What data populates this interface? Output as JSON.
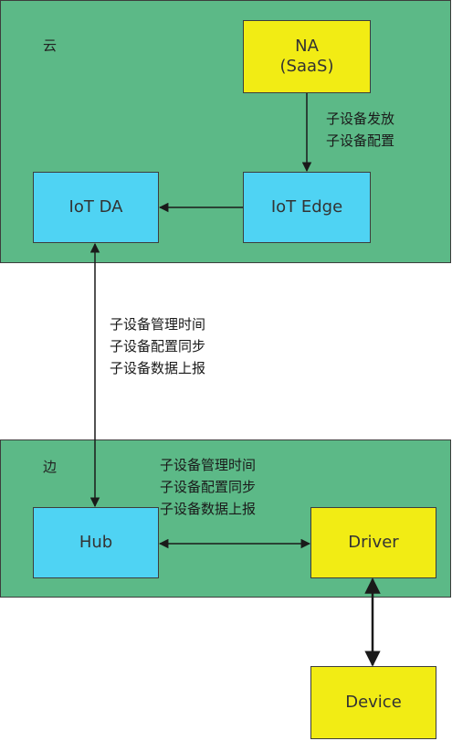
{
  "colors": {
    "region_fill": "#5cb987",
    "cyan_node": "#4fd3f3",
    "yellow_node": "#f2ec14",
    "stroke": "#1a1a1a"
  },
  "regions": {
    "cloud": {
      "label": "云"
    },
    "edge": {
      "label": "边"
    }
  },
  "nodes": {
    "na": {
      "label": "NA\n(SaaS)"
    },
    "iot_da": {
      "label": "IoT DA"
    },
    "iot_edge": {
      "label": "IoT Edge"
    },
    "hub": {
      "label": "Hub"
    },
    "driver": {
      "label": "Driver"
    },
    "device": {
      "label": "Device"
    }
  },
  "notes": {
    "na_to_edge": [
      "子设备发放",
      "子设备配置"
    ],
    "da_hub": [
      "子设备管理时间",
      "子设备配置同步",
      "子设备数据上报"
    ],
    "hub_driver": [
      "子设备管理时间",
      "子设备配置同步",
      "子设备数据上报"
    ]
  }
}
